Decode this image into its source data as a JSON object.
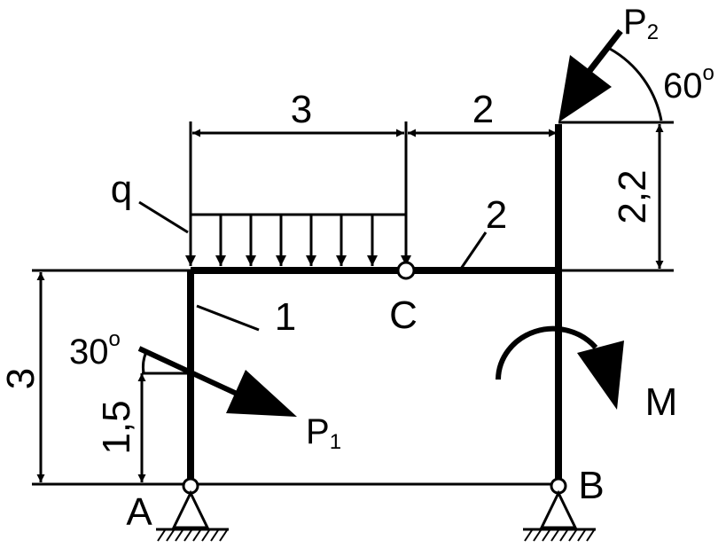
{
  "labels": {
    "dim_top_left": "3",
    "dim_top_right": "2",
    "dim_right_vertical": "2,2",
    "dim_left_vertical": "3",
    "dim_p1_height": "1,5",
    "q": "q",
    "member_1": "1",
    "member_2": "2",
    "hinge_c": "C",
    "support_a": "A",
    "support_b": "B",
    "moment_m": "M",
    "p1_main": "P",
    "p1_sub": "1",
    "p2_main": "P",
    "p2_sub": "2",
    "angle_p1": "30",
    "angle_p2": "60",
    "degree": "o"
  },
  "colors": {
    "ink": "#000000",
    "background": "#ffffff"
  }
}
